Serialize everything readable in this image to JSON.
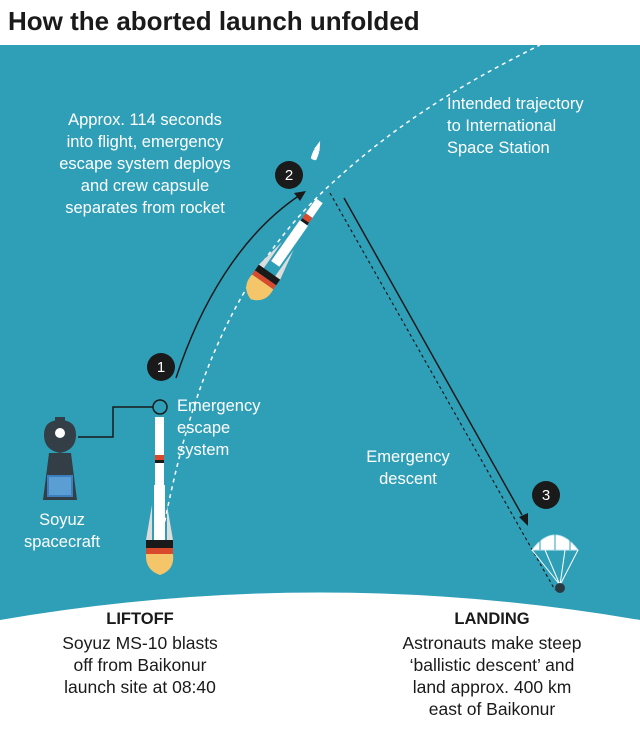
{
  "title": "How the aborted launch unfolded",
  "labels": {
    "separation": [
      "Approx. 114 seconds",
      "into flight, emergency",
      "escape system deploys",
      "and crew capsule",
      "separates from rocket"
    ],
    "trajectory": [
      "Intended trajectory",
      "to International",
      "Space Station"
    ],
    "escape": [
      "Emergency",
      "escape",
      "system"
    ],
    "descent": [
      "Emergency",
      "descent"
    ],
    "spacecraft": [
      "Soyuz",
      "spacecraft"
    ]
  },
  "steps": [
    "1",
    "2",
    "3"
  ],
  "liftoff": {
    "heading": "LIFTOFF",
    "text": [
      "Soyuz MS-10 blasts",
      "off from Baikonur",
      "launch site at 08:40"
    ]
  },
  "landing": {
    "heading": "LANDING",
    "text": [
      "Astronauts make steep",
      "‘ballistic descent’ and",
      "land approx. 400 km",
      "east of Baikonur"
    ]
  },
  "colors": {
    "sky": "#2f9fb8",
    "ground": "#ffffff",
    "badge": "#1a1a1a",
    "flame": "#f5c56a",
    "stripe_red": "#d94a2c"
  },
  "icons": [
    "rocket-liftoff-icon",
    "rocket-flight-icon",
    "capsule-icon",
    "parachute-icon",
    "soyuz-spacecraft-icon"
  ]
}
